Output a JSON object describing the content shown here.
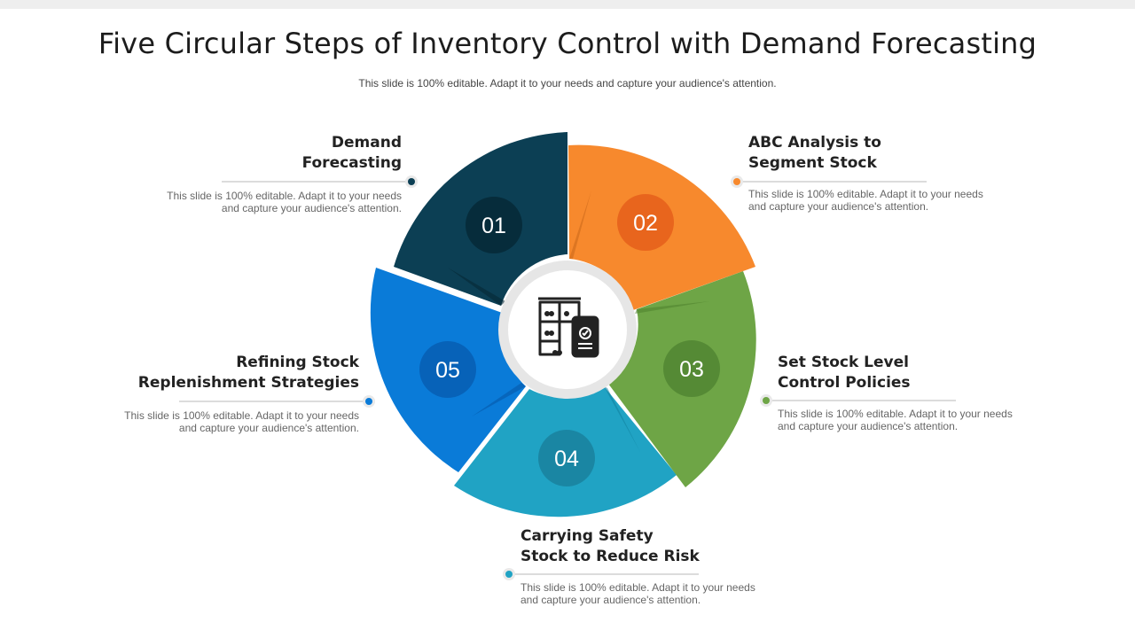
{
  "slide": {
    "title": "Five Circular Steps of Inventory Control with Demand Forecasting",
    "subtitle": "This slide is 100% editable. Adapt it to your needs and capture your audience's attention."
  },
  "center_icon": "inventory-boxes-mobile-check-icon",
  "colors": {
    "step1": "#0c3f54",
    "step2": "#f7892d",
    "step3": "#6ea546",
    "step4": "#20a3c4",
    "step5": "#0a7bd8",
    "ring": "#e6e6e6"
  },
  "steps": [
    {
      "number": "01",
      "title_line1": "Demand",
      "title_line2": "Forecasting",
      "desc_line1": "This slide is 100% editable. Adapt it to your needs",
      "desc_line2": "and capture your audience's attention."
    },
    {
      "number": "02",
      "title_line1": "ABC Analysis to",
      "title_line2": "Segment Stock",
      "desc_line1": "This slide is 100% editable. Adapt it to your needs",
      "desc_line2": "and capture your audience's attention."
    },
    {
      "number": "03",
      "title_line1": "Set Stock Level",
      "title_line2": "Control Policies",
      "desc_line1": "This slide is 100% editable. Adapt it to your needs",
      "desc_line2": "and capture your audience's attention."
    },
    {
      "number": "04",
      "title_line1": "Carrying Safety",
      "title_line2": "Stock to Reduce Risk",
      "desc_line1": "This slide is 100% editable. Adapt it to your needs",
      "desc_line2": "and capture your audience's attention."
    },
    {
      "number": "05",
      "title_line1": "Refining Stock",
      "title_line2": "Replenishment Strategies",
      "desc_line1": "This slide is 100% editable. Adapt it to your needs",
      "desc_line2": "and capture your audience's attention."
    }
  ]
}
